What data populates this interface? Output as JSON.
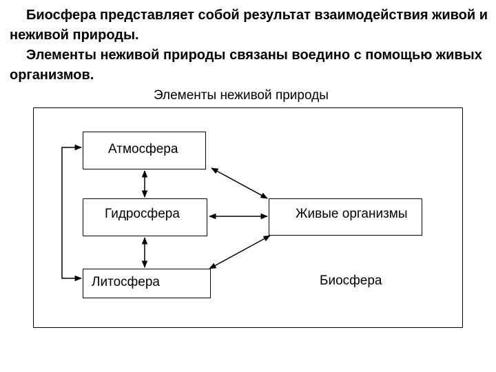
{
  "intro": {
    "paragraph1": "Биосфера представляет собой результат взаимодействия живой и неживой природы.",
    "paragraph2": "Элементы неживой природы связаны воедино с помощью живых организмов."
  },
  "diagram": {
    "caption": "Элементы неживой природы",
    "nodes": {
      "atmosphere": "Атмосфера",
      "hydrosphere": "Гидросфера",
      "lithosphere": "Литосфера",
      "living_organisms": "Живые организмы"
    },
    "region_label": "Биосфера",
    "line_color": "#000000"
  }
}
